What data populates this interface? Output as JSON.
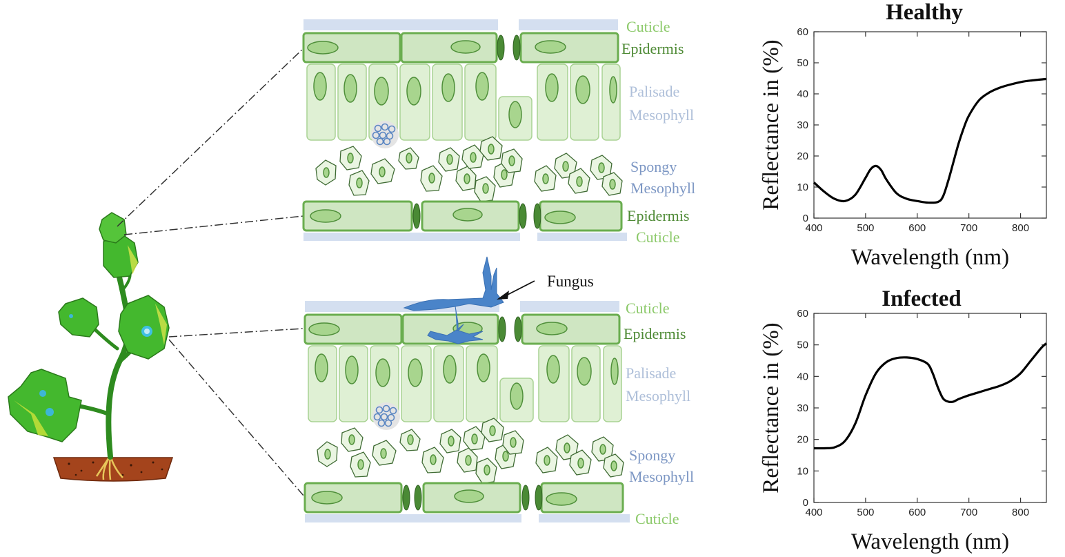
{
  "labels": {
    "healthy": {
      "cuticle_top": "Cuticle",
      "epidermis_top": "Epidermis",
      "palisade_line1": "Palisade",
      "palisade_line2": "Mesophyll",
      "spongy_line1": "Spongy",
      "spongy_line2": "Mesophyll",
      "epidermis_bottom": "Epidermis",
      "cuticle_bottom": "Cuticle"
    },
    "infected": {
      "fungus": "Fungus",
      "cuticle_top": "Cuticle",
      "epidermis_top": "Epidermis",
      "palisade_line1": "Palisade",
      "palisade_line2": "Mesophyll",
      "spongy_line1": "Spongy",
      "spongy_line2": "Mesophyll",
      "cuticle_bottom": "Cuticle"
    }
  },
  "colors": {
    "cuticle_label": "#8cc96a",
    "epidermis_label": "#4e8a35",
    "palisade_label": "#aebfd9",
    "spongy_label": "#7d97c4",
    "fungus": "#4a84c9"
  },
  "icons": [
    "plant-icon",
    "chloroplast-cluster-icon",
    "fungus-icon"
  ],
  "chart_data": [
    {
      "type": "line",
      "title": "Healthy",
      "xlabel": "Wavelength (nm)",
      "ylabel": "Reflectance in (%)",
      "xlim": [
        400,
        850
      ],
      "ylim": [
        0,
        60
      ],
      "xticks": [
        400,
        500,
        600,
        700,
        800
      ],
      "yticks": [
        0,
        10,
        20,
        30,
        40,
        50,
        60
      ],
      "grid": false,
      "series": [
        {
          "x": [
            400,
            420,
            440,
            460,
            480,
            500,
            510,
            520,
            530,
            540,
            560,
            580,
            600,
            620,
            640,
            650,
            660,
            670,
            680,
            690,
            700,
            720,
            740,
            760,
            780,
            800,
            820,
            850
          ],
          "values": [
            11.5,
            8.5,
            6.2,
            5.5,
            7.5,
            13,
            15.8,
            16.8,
            15.5,
            12.5,
            8,
            6.2,
            5.5,
            5,
            5.2,
            7,
            12,
            18,
            24,
            29,
            33,
            38,
            40.5,
            42,
            43,
            43.8,
            44.3,
            44.8
          ]
        }
      ]
    },
    {
      "type": "line",
      "title": "Infected",
      "xlabel": "Wavelength (nm)",
      "ylabel": "Reflectance in (%)",
      "xlim": [
        400,
        850
      ],
      "ylim": [
        0,
        60
      ],
      "xticks": [
        400,
        500,
        600,
        700,
        800
      ],
      "yticks": [
        0,
        10,
        20,
        30,
        40,
        50,
        60
      ],
      "grid": false,
      "series": [
        {
          "x": [
            400,
            420,
            440,
            460,
            480,
            500,
            520,
            540,
            560,
            580,
            600,
            620,
            630,
            640,
            650,
            660,
            670,
            680,
            700,
            720,
            740,
            760,
            780,
            800,
            820,
            840,
            850
          ],
          "values": [
            17.2,
            17.2,
            17.5,
            19.5,
            25,
            34,
            41,
            44.5,
            45.8,
            46,
            45.5,
            44,
            41,
            36.5,
            33,
            32,
            32,
            32.8,
            34,
            35,
            36,
            37,
            38.5,
            41,
            45,
            49,
            50.5
          ]
        }
      ]
    }
  ]
}
